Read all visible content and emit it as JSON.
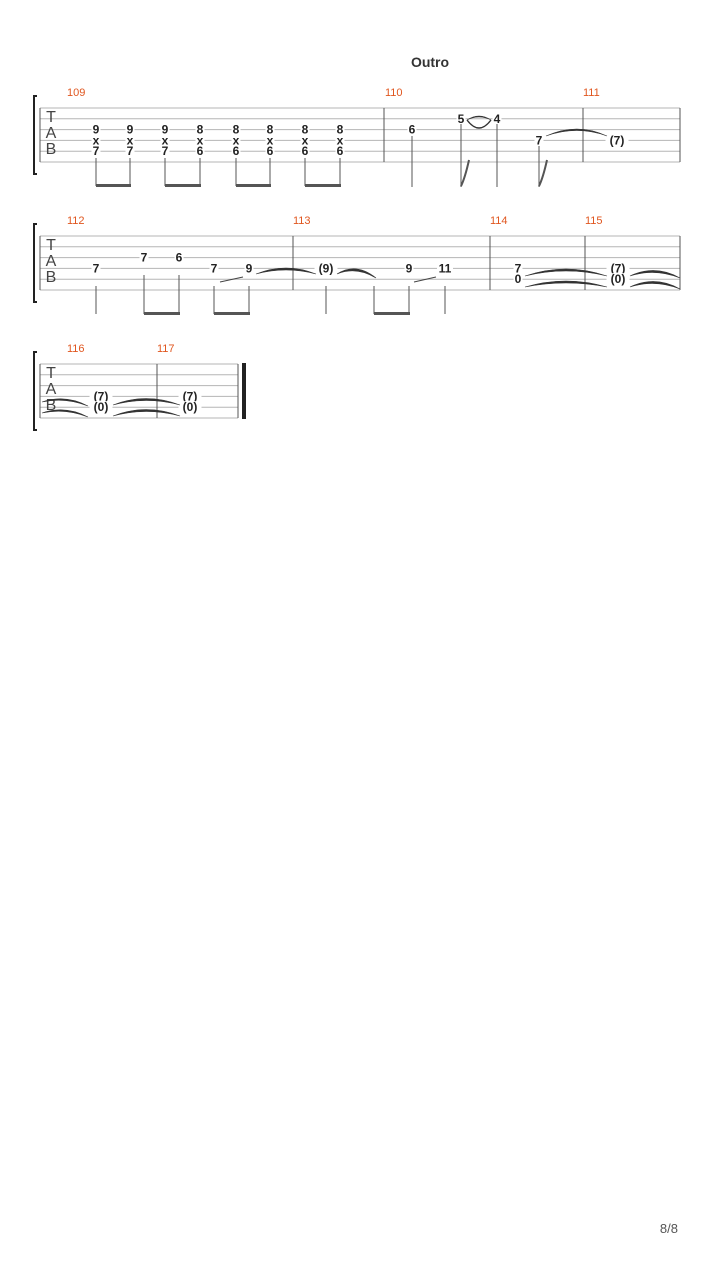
{
  "section_title": "Outro",
  "page_number": "8/8",
  "tab_letters": [
    "T",
    "A",
    "B"
  ],
  "measure_numbers": [
    "109",
    "110",
    "111",
    "112",
    "113",
    "114",
    "115",
    "116",
    "117"
  ],
  "systems": [
    {
      "measures": [
        "109",
        "110",
        "111"
      ]
    },
    {
      "measures": [
        "112",
        "113",
        "114",
        "115"
      ]
    },
    {
      "measures": [
        "116",
        "117"
      ]
    }
  ],
  "notes": [
    {
      "system": 0,
      "string": 2,
      "fret": "9"
    },
    {
      "system": 0,
      "string": 3,
      "fret": "x"
    },
    {
      "system": 0,
      "string": 4,
      "fret": "7"
    },
    {
      "system": 0,
      "string": 2,
      "fret": "9"
    },
    {
      "system": 0,
      "string": 3,
      "fret": "x"
    },
    {
      "system": 0,
      "string": 4,
      "fret": "7"
    },
    {
      "system": 0,
      "string": 2,
      "fret": "9"
    },
    {
      "system": 0,
      "string": 3,
      "fret": "x"
    },
    {
      "system": 0,
      "string": 4,
      "fret": "7"
    },
    {
      "system": 0,
      "string": 2,
      "fret": "8"
    },
    {
      "system": 0,
      "string": 3,
      "fret": "x"
    },
    {
      "system": 0,
      "string": 4,
      "fret": "6"
    },
    {
      "system": 0,
      "string": 2,
      "fret": "8"
    },
    {
      "system": 0,
      "string": 3,
      "fret": "x"
    },
    {
      "system": 0,
      "string": 4,
      "fret": "6"
    },
    {
      "system": 0,
      "string": 2,
      "fret": "8"
    },
    {
      "system": 0,
      "string": 3,
      "fret": "x"
    },
    {
      "system": 0,
      "string": 4,
      "fret": "6"
    },
    {
      "system": 0,
      "string": 2,
      "fret": "8"
    },
    {
      "system": 0,
      "string": 3,
      "fret": "x"
    },
    {
      "system": 0,
      "string": 4,
      "fret": "6"
    },
    {
      "system": 0,
      "string": 2,
      "fret": "8"
    },
    {
      "system": 0,
      "string": 3,
      "fret": "x"
    },
    {
      "system": 0,
      "string": 4,
      "fret": "6"
    },
    {
      "system": 0,
      "string": 2,
      "fret": "6"
    },
    {
      "system": 0,
      "string": 1,
      "fret": "5"
    },
    {
      "system": 0,
      "string": 1,
      "fret": "4"
    },
    {
      "system": 0,
      "string": 3,
      "fret": "7"
    },
    {
      "system": 0,
      "string": 3,
      "fret": "(7)"
    },
    {
      "system": 1,
      "string": 3,
      "fret": "7"
    },
    {
      "system": 1,
      "string": 2,
      "fret": "7"
    },
    {
      "system": 1,
      "string": 2,
      "fret": "6"
    },
    {
      "system": 1,
      "string": 3,
      "fret": "7"
    },
    {
      "system": 1,
      "string": 3,
      "fret": "9"
    },
    {
      "system": 1,
      "string": 3,
      "fret": "(9)"
    },
    {
      "system": 1,
      "string": 3,
      "fret": "9"
    },
    {
      "system": 1,
      "string": 3,
      "fret": "11"
    },
    {
      "system": 1,
      "string": 3,
      "fret": "7"
    },
    {
      "system": 1,
      "string": 4,
      "fret": "0"
    },
    {
      "system": 1,
      "string": 3,
      "fret": "(7)"
    },
    {
      "system": 1,
      "string": 4,
      "fret": "(0)"
    },
    {
      "system": 2,
      "string": 3,
      "fret": "(7)"
    },
    {
      "system": 2,
      "string": 4,
      "fret": "(0)"
    },
    {
      "system": 2,
      "string": 3,
      "fret": "(7)"
    },
    {
      "system": 2,
      "string": 4,
      "fret": "(0)"
    }
  ]
}
